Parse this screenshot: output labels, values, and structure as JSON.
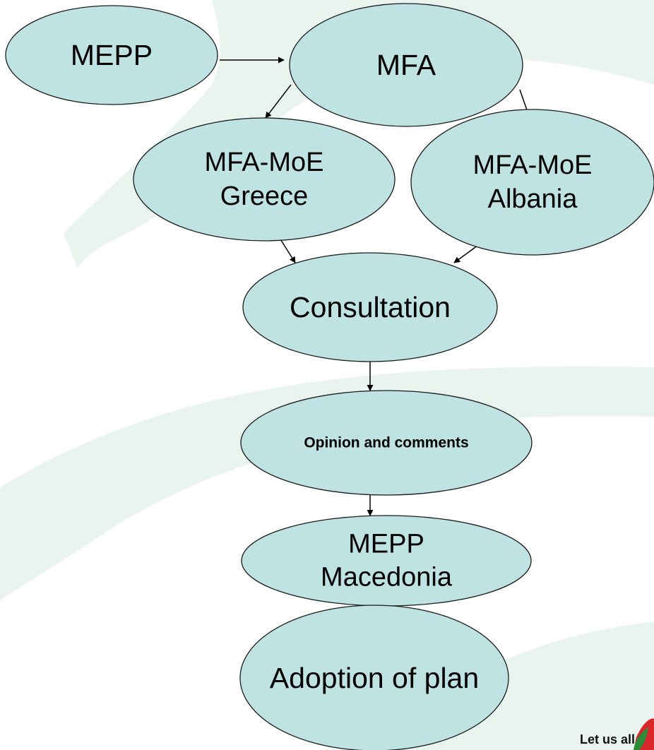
{
  "colors": {
    "node_fill": "#bfe3e3",
    "node_stroke": "#1a1a1a",
    "background_swoosh": "#e6f2ec",
    "logo_red": "#d9262b",
    "logo_green": "#2e8b3a"
  },
  "nodes": {
    "mepp": {
      "lines": [
        "MEPP"
      ]
    },
    "mfa": {
      "lines": [
        "MFA"
      ]
    },
    "mfa_moe_greece": {
      "lines": [
        "MFA-MoE",
        "Greece"
      ]
    },
    "mfa_moe_albania": {
      "lines": [
        "MFA-MoE",
        "Albania"
      ]
    },
    "consultation": {
      "lines": [
        "Consultation"
      ]
    },
    "opinion": {
      "lines": [
        "Opinion and comments"
      ]
    },
    "mepp_macedonia": {
      "lines": [
        "MEPP",
        "Macedonia"
      ]
    },
    "adoption": {
      "lines": [
        "Adoption of plan"
      ]
    }
  },
  "edges": [
    [
      "mepp",
      "mfa"
    ],
    [
      "mfa",
      "mfa_moe_greece"
    ],
    [
      "mfa",
      "mfa_moe_albania"
    ],
    [
      "mfa_moe_greece",
      "consultation"
    ],
    [
      "mfa_moe_albania",
      "consultation"
    ],
    [
      "consultation",
      "opinion"
    ],
    [
      "opinion",
      "mepp_macedonia"
    ],
    [
      "mepp_macedonia",
      "adoption"
    ]
  ],
  "logo": {
    "text": "Let us all",
    "icon": "leaf-logo-icon"
  }
}
